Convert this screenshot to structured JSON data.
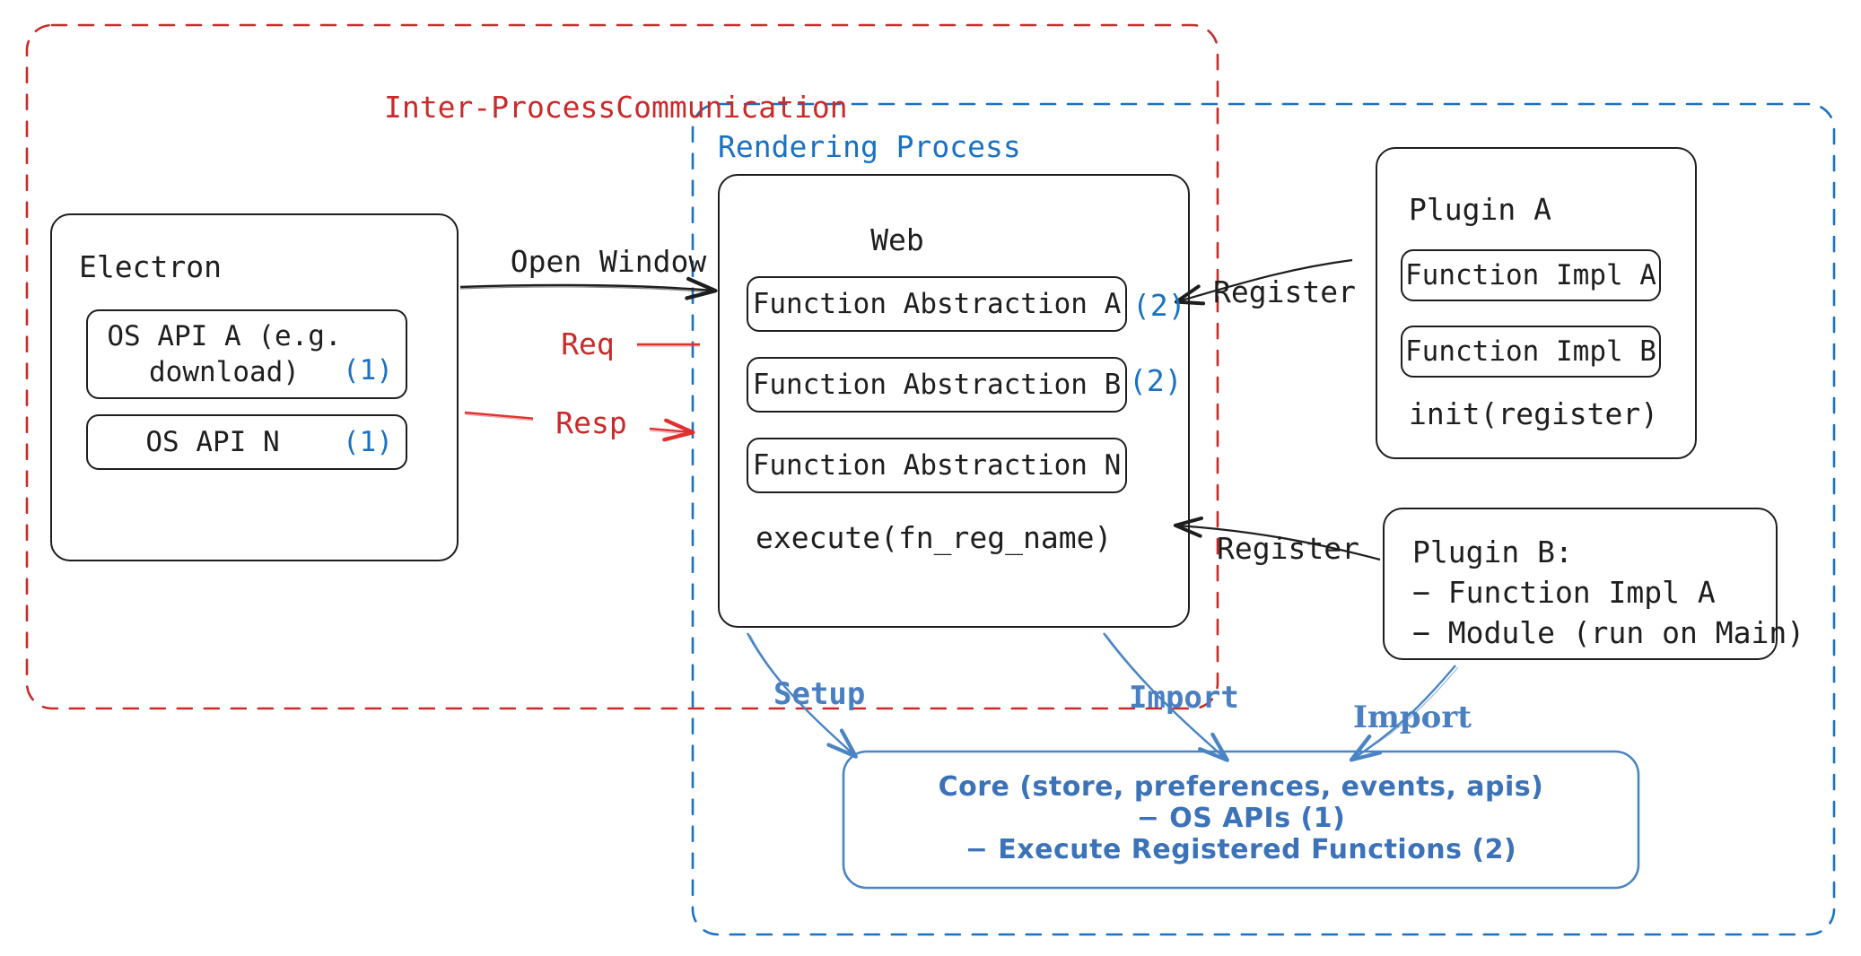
{
  "diagram": {
    "title_hidden": "",
    "regions": [
      {
        "id": "ipc",
        "label": "Inter-Process\nCommunication",
        "color": "#c92a2a",
        "style": "dashed"
      },
      {
        "id": "rendering",
        "label": "Rendering Process",
        "color": "#1971c2",
        "style": "dashed"
      }
    ],
    "ipc_label_line1": "Inter-Process",
    "ipc_label_line2": "Communication",
    "rendering_label": "Rendering Process",
    "electron": {
      "title": "Electron",
      "items": [
        {
          "label": "OS API A (e.g.\ndownload)",
          "marker": "(1)"
        },
        {
          "label": "OS API N",
          "marker": "(1)"
        }
      ]
    },
    "web": {
      "title": "Web",
      "items": [
        {
          "label": "Function Abstraction A",
          "marker": "(2)"
        },
        {
          "label": "Function Abstraction B",
          "marker": "(2)"
        },
        {
          "label": "Function Abstraction N",
          "marker": ""
        }
      ],
      "footer": "execute(fn_reg_name)"
    },
    "plugin_a": {
      "title": "Plugin A",
      "items": [
        {
          "label": "Function Impl A"
        },
        {
          "label": "Function Impl B"
        }
      ],
      "footer": "init(register)"
    },
    "plugin_b": {
      "line1": "Plugin B:",
      "line2": "− Function Impl A",
      "line3": "− Module (run on Main)"
    },
    "core": {
      "line1": "Core (store, preferences, events, apis)",
      "line2": "− OS APIs (1)",
      "line3": "− Execute Registered Functions (2)"
    },
    "edges": [
      {
        "id": "open-window",
        "label": "Open Window",
        "color": "#1e1e1e"
      },
      {
        "id": "req",
        "label": "Req",
        "color": "#e03131"
      },
      {
        "id": "resp",
        "label": "Resp",
        "color": "#e03131"
      },
      {
        "id": "register-a",
        "label": "Register",
        "color": "#1e1e1e"
      },
      {
        "id": "register-b",
        "label": "Register",
        "color": "#1e1e1e"
      },
      {
        "id": "setup",
        "label": "Setup",
        "color": "#3b72b8"
      },
      {
        "id": "import-web",
        "label": "Import",
        "color": "#3b72b8"
      },
      {
        "id": "import-plugin",
        "label": "Import",
        "color": "#3b72b8"
      }
    ],
    "colors": {
      "stroke": "#1e1e1e",
      "red": "#c92a2a",
      "red_arrow": "#e03131",
      "blue": "#1971c2",
      "blue_soft": "#3b72b8"
    }
  }
}
